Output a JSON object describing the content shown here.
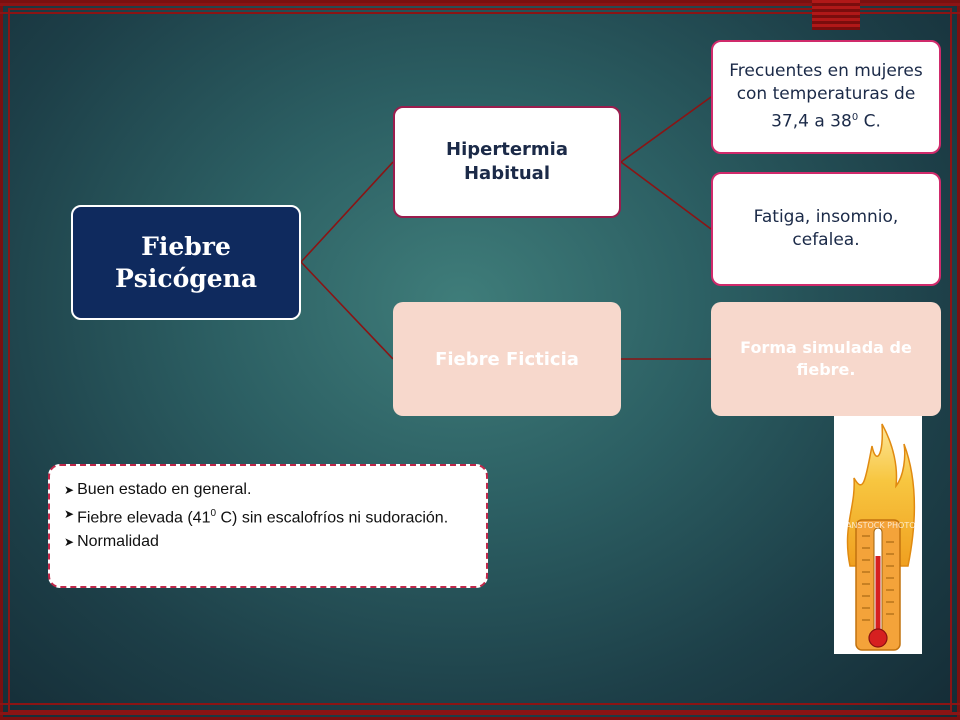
{
  "diagram": {
    "root": {
      "line1": "Fiebre",
      "line2": "Psicógena"
    },
    "branch_habitual": {
      "title_line1": "Hipertermia",
      "title_line2": "Habitual",
      "child_1": {
        "pre": "Frecuentes en mujeres con temperaturas de 37,4 a 38",
        "sup": "0",
        "post": " C."
      },
      "child_2": "Fatiga, insomnio, cefalea."
    },
    "branch_ficticia": {
      "title": "Fiebre Ficticia",
      "child_1": "Forma simulada de fiebre."
    }
  },
  "notes": {
    "item_1": "Buen estado en general.",
    "item_2_pre": "Fiebre elevada (41",
    "item_2_sup": "0",
    "item_2_post": " C) sin escalofríos ni sudoración.",
    "item_3": "Normalidad"
  },
  "image_watermark": "CANSTOCK PHOTO",
  "colors": {
    "root_fill": "#0f2a5e",
    "connector": "#8b1414",
    "border_pink": "#d02a6b",
    "ficticia_fill": "#f7d8cc",
    "frame": "#8b1414"
  }
}
